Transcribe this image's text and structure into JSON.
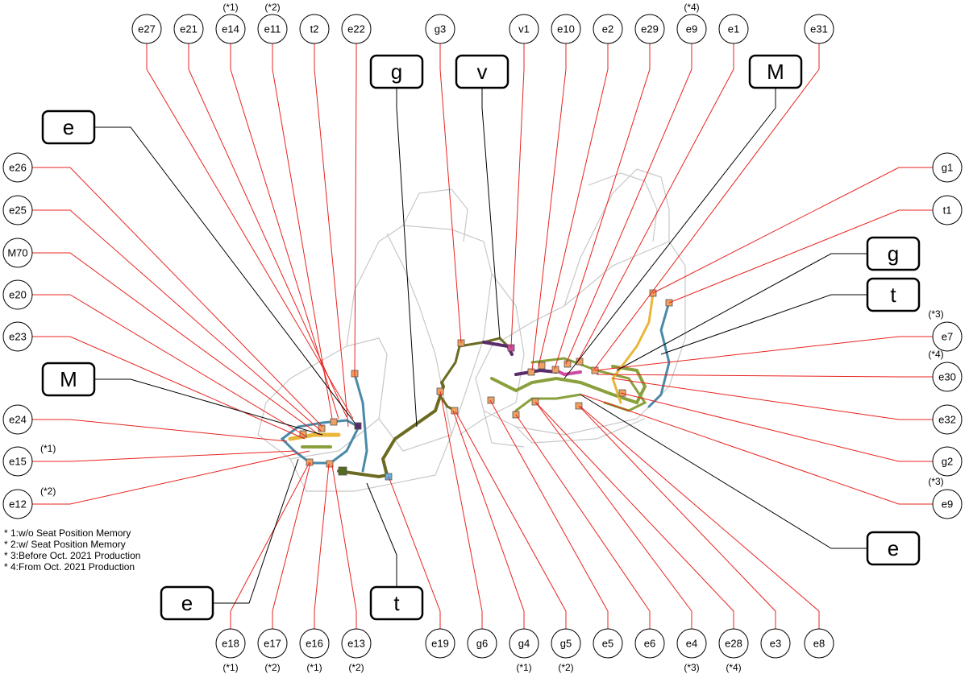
{
  "callouts": [
    {
      "text": "e27",
      "note": ""
    },
    {
      "text": "e21",
      "note": ""
    },
    {
      "text": "e14",
      "note": "(*1)"
    },
    {
      "text": "e11",
      "note": "(*2)"
    },
    {
      "text": "t2",
      "note": ""
    },
    {
      "text": "e22",
      "note": ""
    },
    {
      "text": "g3",
      "note": ""
    },
    {
      "text": "v1",
      "note": ""
    },
    {
      "text": "e10",
      "note": ""
    },
    {
      "text": "e2",
      "note": ""
    },
    {
      "text": "e29",
      "note": ""
    },
    {
      "text": "e9",
      "note": "(*4)"
    },
    {
      "text": "e1",
      "note": ""
    },
    {
      "text": "e31",
      "note": ""
    },
    {
      "text": "e26",
      "note": ""
    },
    {
      "text": "e25",
      "note": ""
    },
    {
      "text": "M70",
      "note": ""
    },
    {
      "text": "e20",
      "note": ""
    },
    {
      "text": "e23",
      "note": ""
    },
    {
      "text": "e24",
      "note": ""
    },
    {
      "text": "e15",
      "note": "(*1)"
    },
    {
      "text": "e12",
      "note": "(*2)"
    },
    {
      "text": "g1",
      "note": ""
    },
    {
      "text": "t1",
      "note": ""
    },
    {
      "text": "e7",
      "note": "(*3)"
    },
    {
      "text": "e30",
      "note": "(*4)"
    },
    {
      "text": "e32",
      "note": ""
    },
    {
      "text": "g2",
      "note": ""
    },
    {
      "text": "e9",
      "note": "(*3)"
    },
    {
      "text": "e18",
      "note": "(*1)"
    },
    {
      "text": "e17",
      "note": "(*2)"
    },
    {
      "text": "e16",
      "note": "(*1)"
    },
    {
      "text": "e13",
      "note": "(*2)"
    },
    {
      "text": "e19",
      "note": ""
    },
    {
      "text": "g6",
      "note": ""
    },
    {
      "text": "g4",
      "note": "(*1)"
    },
    {
      "text": "g5",
      "note": "(*2)"
    },
    {
      "text": "e5",
      "note": ""
    },
    {
      "text": "e6",
      "note": ""
    },
    {
      "text": "e4",
      "note": "(*3)"
    },
    {
      "text": "e28",
      "note": "(*4)"
    },
    {
      "text": "e3",
      "note": ""
    },
    {
      "text": "e8",
      "note": ""
    }
  ],
  "harness_labels": [
    {
      "text": "g"
    },
    {
      "text": "v"
    },
    {
      "text": "M"
    },
    {
      "text": "e"
    },
    {
      "text": "g"
    },
    {
      "text": "t"
    },
    {
      "text": "M"
    },
    {
      "text": "e"
    },
    {
      "text": "e"
    },
    {
      "text": "t"
    }
  ],
  "legend": [
    "* 1:w/o Seat Position Memory",
    "* 2:w/ Seat Position Memory",
    "* 3:Before Oct. 2021 Production",
    "* 4:From Oct. 2021 Production"
  ],
  "colors": {
    "leader_line": "#e8231e",
    "harness_leader": "#000000",
    "harness_e": "#8aa03c",
    "harness_g": "#6b6b22",
    "harness_v": "#5a2a6a",
    "harness_t": "#4a8aa8",
    "harness_M": "#e8b73a",
    "seat_outline": "#c8c8c8"
  }
}
